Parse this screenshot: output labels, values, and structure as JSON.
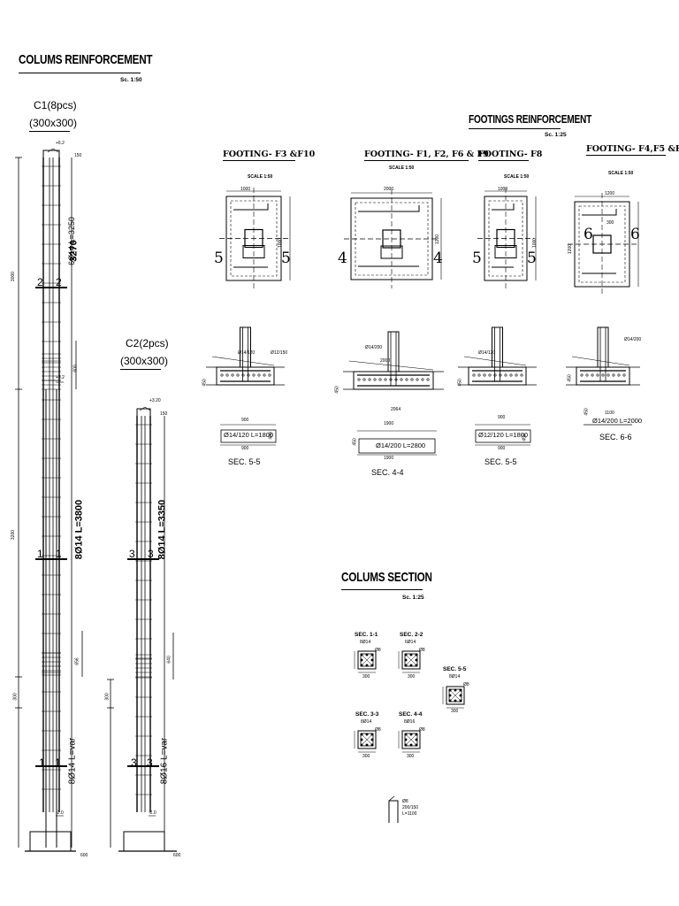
{
  "columns_reinforcement": {
    "title": "COLUMS REINFORCEMENT",
    "scale": "Sc. 1:50",
    "c1": {
      "name": "C1(8pcs)",
      "size": "(300x300)",
      "top_level": "+6.2",
      "mid_level": "+3.2",
      "bottom_level": "-2.0",
      "dim_150": "150",
      "dim_3000": "3000",
      "dim_600": "600",
      "dim_3200": "3200",
      "dim_656": "656",
      "dim_300": "300",
      "base_width": "600",
      "bar_upper": "6Ø14 L=3250",
      "bar_upper_len": "3270",
      "bar_middle": "8Ø14 L=3800",
      "bar_lower": "8Ø14 L=var",
      "mark_2": "2",
      "mark_1": "1"
    },
    "c2": {
      "name": "C2(2pcs)",
      "size": "(300x300)",
      "top_level": "+3.20",
      "bottom_level": "-2.0",
      "dim_150": "150",
      "dim_640": "640",
      "dim_300": "300",
      "base_width": "600",
      "bar_upper": "8Ø14 L=3350",
      "bar_lower": "8Ø16 L=var",
      "mark_3": "3"
    }
  },
  "footings_reinforcement": {
    "title": "FOOTINGS REINFORCEMENT",
    "scale": "Sc. 1:25",
    "footings": [
      {
        "name": "FOOTING- F3 &F10",
        "plan_scale": "SCALE 1:50",
        "width": "1000",
        "depth": "1000",
        "section_mark": "5",
        "bar_spec": "Ø14/120 L=1800",
        "sec_width": "900",
        "sec_inner": "900",
        "sec_height": "450",
        "sec_label": "SEC. 5-5",
        "sec_bar_a": "Ø14/120",
        "sec_bar_b": "Ø12/150"
      },
      {
        "name": "FOOTING- F1, F2, F6 & F9",
        "plan_scale": "SCALE 1:50",
        "width": "2000",
        "depth": "1200",
        "section_mark": "4",
        "bar_spec": "Ø14/200 L=2800",
        "sec_width": "1900",
        "sec_inner": "1900",
        "sec_height": "450",
        "sec_label": "SEC. 4-4",
        "sec_bar_a": "Ø14/200",
        "sec_top_dim": "2000",
        "sec_dim_b": "2064"
      },
      {
        "name": "FOOTING- F8",
        "plan_scale": "SCALE 1:50",
        "width": "1000",
        "depth": "1000",
        "section_mark": "5",
        "bar_spec": "Ø12/120 L=1800",
        "sec_width": "900",
        "sec_inner": "900",
        "sec_height": "450",
        "sec_label": "SEC. 5-5",
        "sec_bar_a": "Ø14/120"
      },
      {
        "name": "FOOTING- F4,F5 &F7",
        "plan_scale": "SCALE 1:50",
        "width": "1200",
        "depth": "1200",
        "inner_dim": "300",
        "section_mark": "6",
        "bar_spec": "Ø14/200 L=2000",
        "sec_width": "1100",
        "sec_height": "450",
        "sec_label": "SEC. 6-6",
        "sec_bar_a": "Ø14/200"
      }
    ]
  },
  "columns_section": {
    "title": "COLUMS SECTION",
    "scale": "Sc. 1:25",
    "sections": [
      {
        "label": "SEC. 1-1",
        "bar": "8Ø14",
        "tie": "Ø8",
        "dim": "300"
      },
      {
        "label": "SEC. 2-2",
        "bar": "6Ø14",
        "tie": "Ø8",
        "dim": "300"
      },
      {
        "label": "SEC. 5-5",
        "bar": "8Ø14",
        "tie": "Ø8",
        "dim": "300"
      },
      {
        "label": "SEC. 3-3",
        "bar": "8Ø14",
        "tie": "Ø8",
        "dim": "300"
      },
      {
        "label": "SEC. 4-4",
        "bar": "8Ø16",
        "tie": "Ø8",
        "dim": "300"
      }
    ],
    "stirrup": {
      "tie": "Ø8",
      "spacing": "200/150",
      "length": "L=1100"
    }
  },
  "colors": {
    "ink": "#000000",
    "paper": "#ffffff"
  }
}
